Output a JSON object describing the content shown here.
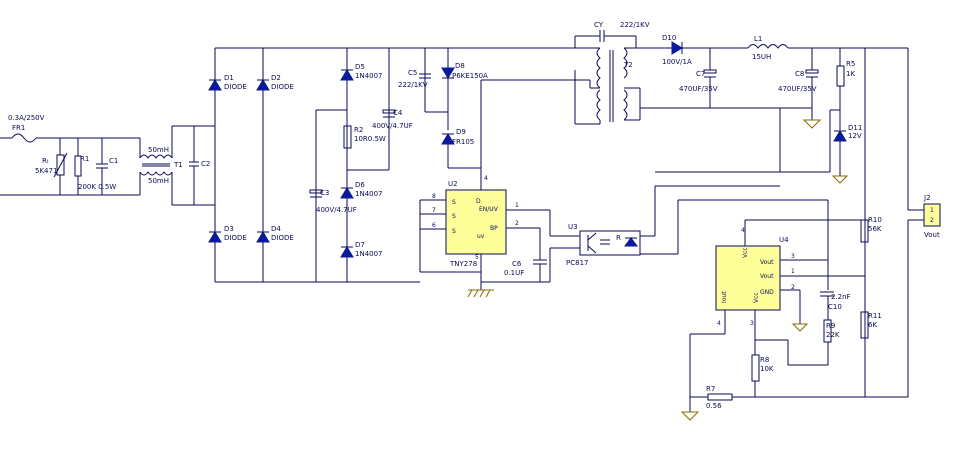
{
  "labels": {
    "fr1_rating": "0.3A/250V",
    "fr1_ref": "FR1",
    "rt_ref": "Rₜ",
    "rt_value": "5K471",
    "r1_ref": "R1",
    "r1_value": "200K 0.5W",
    "c1_ref": "C1",
    "l_top_value": "50mH",
    "l_bot_value": "50mH",
    "t1_ref": "T1",
    "c2_ref": "C2",
    "d1_ref": "D1",
    "d1_value": "DIODE",
    "d2_ref": "D2",
    "d2_value": "DIODE",
    "d3_ref": "D3",
    "d3_value": "DIODE",
    "d4_ref": "D4",
    "d4_value": "DIODE",
    "d5_ref": "D5",
    "d5_value": "1N4007",
    "r2_ref": "R2",
    "r2_value": "10R0.5W",
    "c3_ref": "C3",
    "c3_value": "400V/4.7UF",
    "d6_ref": "D6",
    "d6_value": "1N4007",
    "d7_ref": "D7",
    "d7_value": "1N4007",
    "c4_ref": "C4",
    "c4_value": "400V/4.7UF",
    "c5_ref": "C5",
    "c5_value": "222/1KV",
    "d8_ref": "D8",
    "d8_value": "P6KE150A",
    "d9_ref": "D9",
    "d9_value": "FR105",
    "cy_ref": "CY",
    "cy_value": "222/1KV",
    "t2_ref": "T2",
    "d10_ref": "D10",
    "d10_value": "100V/1A",
    "c7_ref": "C7",
    "c7_value": "470UF/35V",
    "l1_ref": "L1",
    "l1_value": "15UH",
    "c8_ref": "C8",
    "c8_value": "470UF/35V",
    "r5_ref": "R5",
    "r5_value": "1K",
    "d11_ref": "D11",
    "d11_value": "12V",
    "u2_ref": "U2",
    "u2_part": "TNY278",
    "c6_ref": "C6",
    "c6_value": "0.1UF",
    "u3_ref": "U3",
    "u3_part": "PC817",
    "r_ref": "R",
    "u4_ref": "U4",
    "r10_ref": "R10",
    "r10_value": "56K",
    "r11_ref": "R11",
    "r11_value": "6K",
    "j2_ref": "J2",
    "j2_label": "Vout",
    "c10_ref": "C10",
    "c10_value": "2.2nF",
    "r9_ref": "R9",
    "r9_value": "22K",
    "r8_ref": "R8",
    "r8_value": "10K",
    "r7_ref": "R7",
    "r7_value": "0.56"
  },
  "u2_pins": {
    "d": "D",
    "en": "EN/UV",
    "bp": "BP",
    "s1": "S",
    "s2": "S",
    "s3": "S",
    "n8": "8",
    "n7": "7",
    "n6": "6",
    "n1": "1",
    "n2": "2",
    "n4": "4",
    "n5": "5",
    "n_small": "uv"
  },
  "u4_pins": {
    "vcc": "Vcc",
    "vout": "Vout",
    "vout2": "Vout",
    "gnd": "GND",
    "iout": "Iout",
    "vcc2": "Vcc",
    "n4": "4",
    "n3": "3",
    "n1": "1",
    "n2": "2",
    "n4b": "4",
    "n3b": "3"
  },
  "j2_pins": {
    "p1": "1",
    "p2": "2"
  }
}
